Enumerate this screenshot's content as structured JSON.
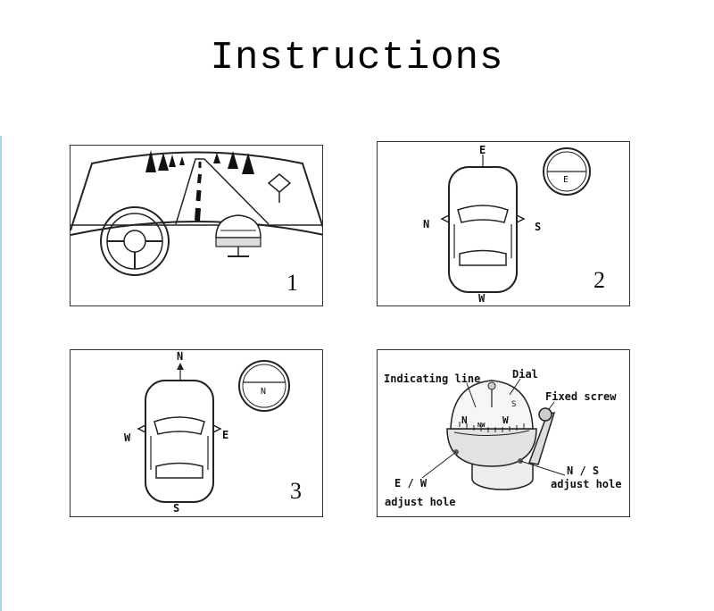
{
  "title": "Instructions",
  "panels": [
    {
      "number": "1"
    },
    {
      "number": "2",
      "directions": {
        "top": "E",
        "left": "N",
        "right": "S",
        "bottom": "W"
      },
      "dial_letter": "E"
    },
    {
      "number": "3",
      "directions": {
        "top": "N",
        "left": "W",
        "right": "E",
        "bottom": "S"
      },
      "dial_letter": "N"
    },
    {
      "labels": {
        "indicating_line": "Indicating line",
        "dial": "Dial",
        "fixed_screw": "Fixed screw",
        "ns_line1": "N / S",
        "ns_line2": "adjust hole",
        "ew_line1": "E / W",
        "ew_line2": "adjust hole"
      },
      "dial_marks": [
        "N",
        "NW",
        "W",
        "S"
      ]
    }
  ]
}
